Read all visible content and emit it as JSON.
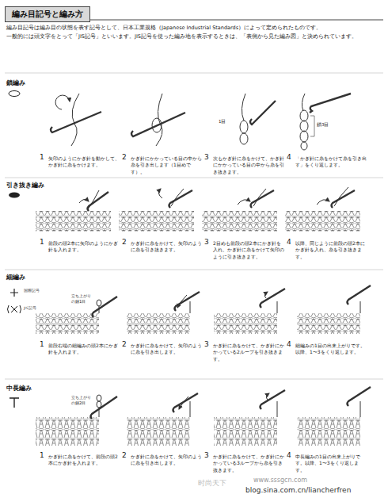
{
  "diagram": {
    "title": "編み目記号と編み方",
    "labels": [
      "編み目記号は編み目の状態を表す記号として、日本工業規格（Japanese Industrial Standards）によって定められたものです。",
      "一般的には頭文字をとって「JIS記号」といいます。JIS記号を使った編み地を表示するときは、「表側から見た編み図」と決められています。",
      "鎖編み",
      "1",
      "矢印のようにかぎ針を動かして、かぎ針に糸をかけます。",
      "2",
      "かぎ針にかかっている目の中から糸を引き出します（1目めです）。",
      "3",
      "次もかぎ針に糸をかけて、かぎ針にかかっている目の中から糸を引き抜きます。",
      "4",
      "「かぎ針に糸をかけて糸を引き出す」をくり返します。",
      "1目",
      "鎖3目",
      "引き抜き編み",
      "1",
      "前段の頭2本に矢印のようにかぎ針を入れます。",
      "2",
      "かぎ針に糸をかけて、矢印のように糸を引き抜きます。",
      "3",
      "2目めも前段の頭2本にかぎ針を入れ、かぎ針に糸をかけて矢印のように引き抜きます。",
      "4",
      "以降、同じように前段の頭2本にかぎ針を入れ、糸を引き抜きます。",
      "細編み",
      "国際記号",
      "JIS記号",
      "立ち上がり の鎖1目",
      "1",
      "前段右端の細編みの頭2本にかぎ針を入れます。",
      "2",
      "かぎ針に糸をかけて、矢印のように糸を引き出します。",
      "3",
      "かぎ針に糸をかけて、かぎ針にかかっている2ループを引き抜きます。",
      "4",
      "細編みの1目の出来上がりです。以降、1〜3をくり返します。",
      "中長編み",
      "立ち上がり の鎖2目",
      "1",
      "かぎ針に糸をかけて、前段の頭2本にかぎ針を入れます。",
      "2",
      "かぎ針に糸をかけて、矢印のように糸を引き出します。",
      "3",
      "かぎ針に糸をかけて、かぎ針にかかっている3ループから糸を引き抜きます。",
      "4",
      "中長編みの1目の出来上がりです。以降、1〜3をくり返します。",
      "时尚天下",
      "www.sssgcn.com",
      "blog.sina.com.cn/liancherfren"
    ]
  }
}
